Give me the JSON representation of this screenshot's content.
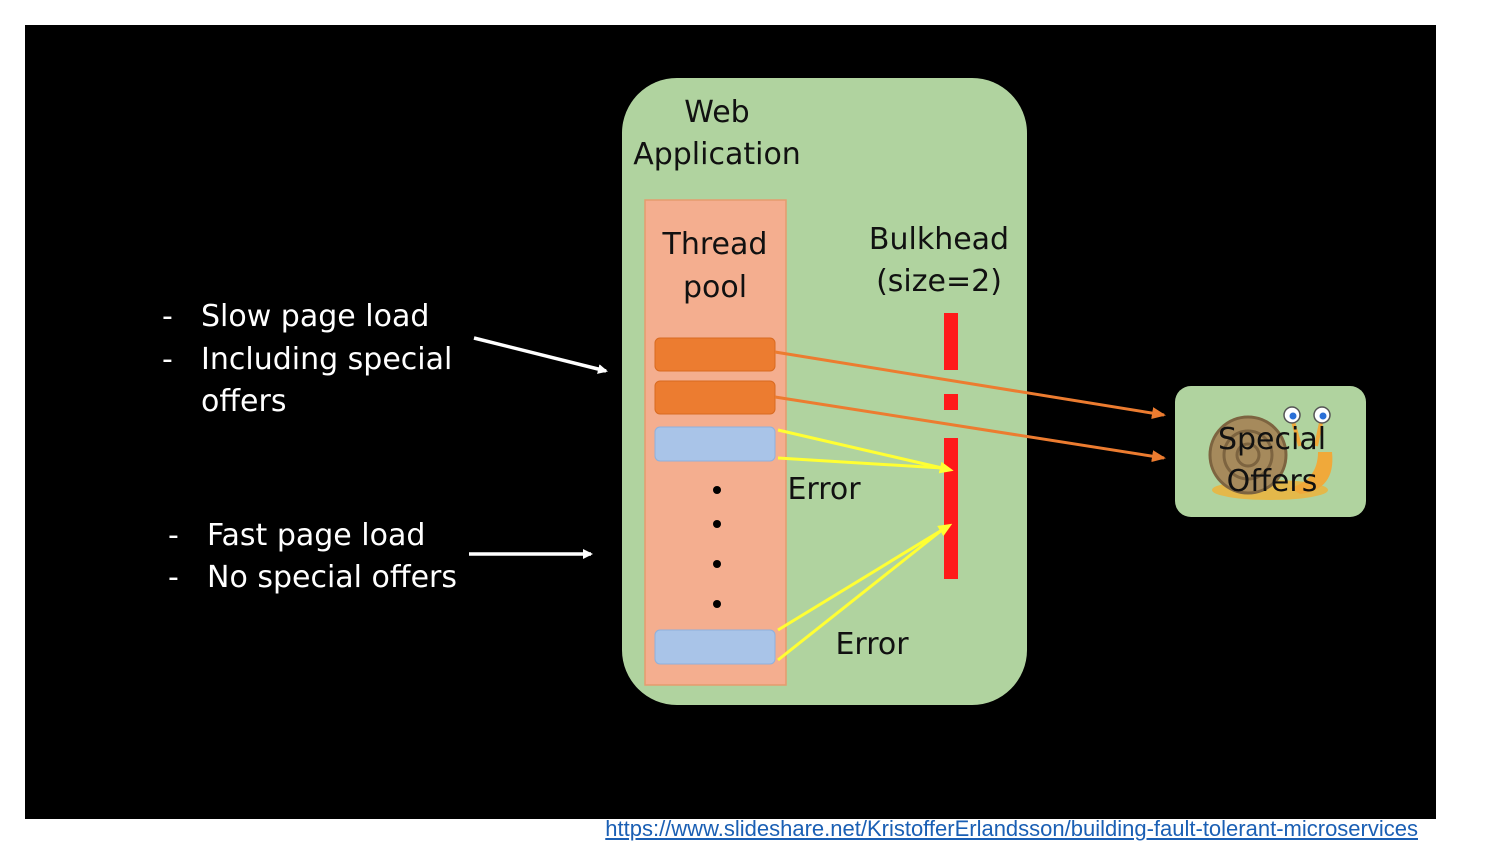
{
  "web_app": {
    "title_line1": "Web",
    "title_line2": "Application"
  },
  "thread_pool": {
    "label_line1": "Thread",
    "label_line2": "pool"
  },
  "bulkhead": {
    "label_line1": "Bulkhead",
    "label_line2": "(size=2)"
  },
  "errors": {
    "upper": "Error",
    "lower": "Error"
  },
  "special_offers": {
    "label_line1": "Special",
    "label_line2": "Offers"
  },
  "slow_request": {
    "bullet": "-",
    "item1": "Slow page load",
    "item2_line1": "Including special",
    "item2_line2": "offers"
  },
  "fast_request": {
    "bullet": "-",
    "item1": "Fast page load",
    "item2": "No special offers"
  },
  "source_url": "https://www.slideshare.net/KristofferErlandsson/building-fault-tolerant-microservices",
  "colors": {
    "background": "#000000",
    "web_app_fill": "#b0d39f",
    "thread_pool_fill": "#f4ae8f",
    "busy_thread": "#ec7c30",
    "free_thread": "#a9c4e8",
    "bulkhead": "#ff1a1a",
    "error_arrow": "#ffff33",
    "call_arrow": "#ec7c30",
    "link": "#1a5fb4"
  }
}
